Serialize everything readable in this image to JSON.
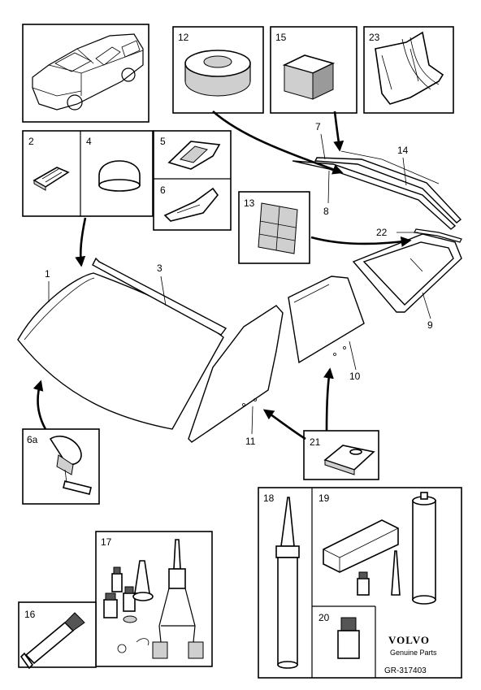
{
  "callouts": {
    "c1": "1",
    "c2": "2",
    "c3": "3",
    "c4": "4",
    "c5": "5",
    "c6": "6",
    "c6a": "6a",
    "c7": "7",
    "c8": "8",
    "c9": "9",
    "c10": "10",
    "c11": "11",
    "c12": "12",
    "c13": "13",
    "c14": "14",
    "c15": "15",
    "c16": "16",
    "c17": "17",
    "c18": "18",
    "c19": "19",
    "c20": "20",
    "c21": "21",
    "c22": "22",
    "c23": "23"
  },
  "brand": {
    "logo": "VOLVO",
    "subtitle": "Genuine Parts",
    "code": "GR-317403"
  }
}
